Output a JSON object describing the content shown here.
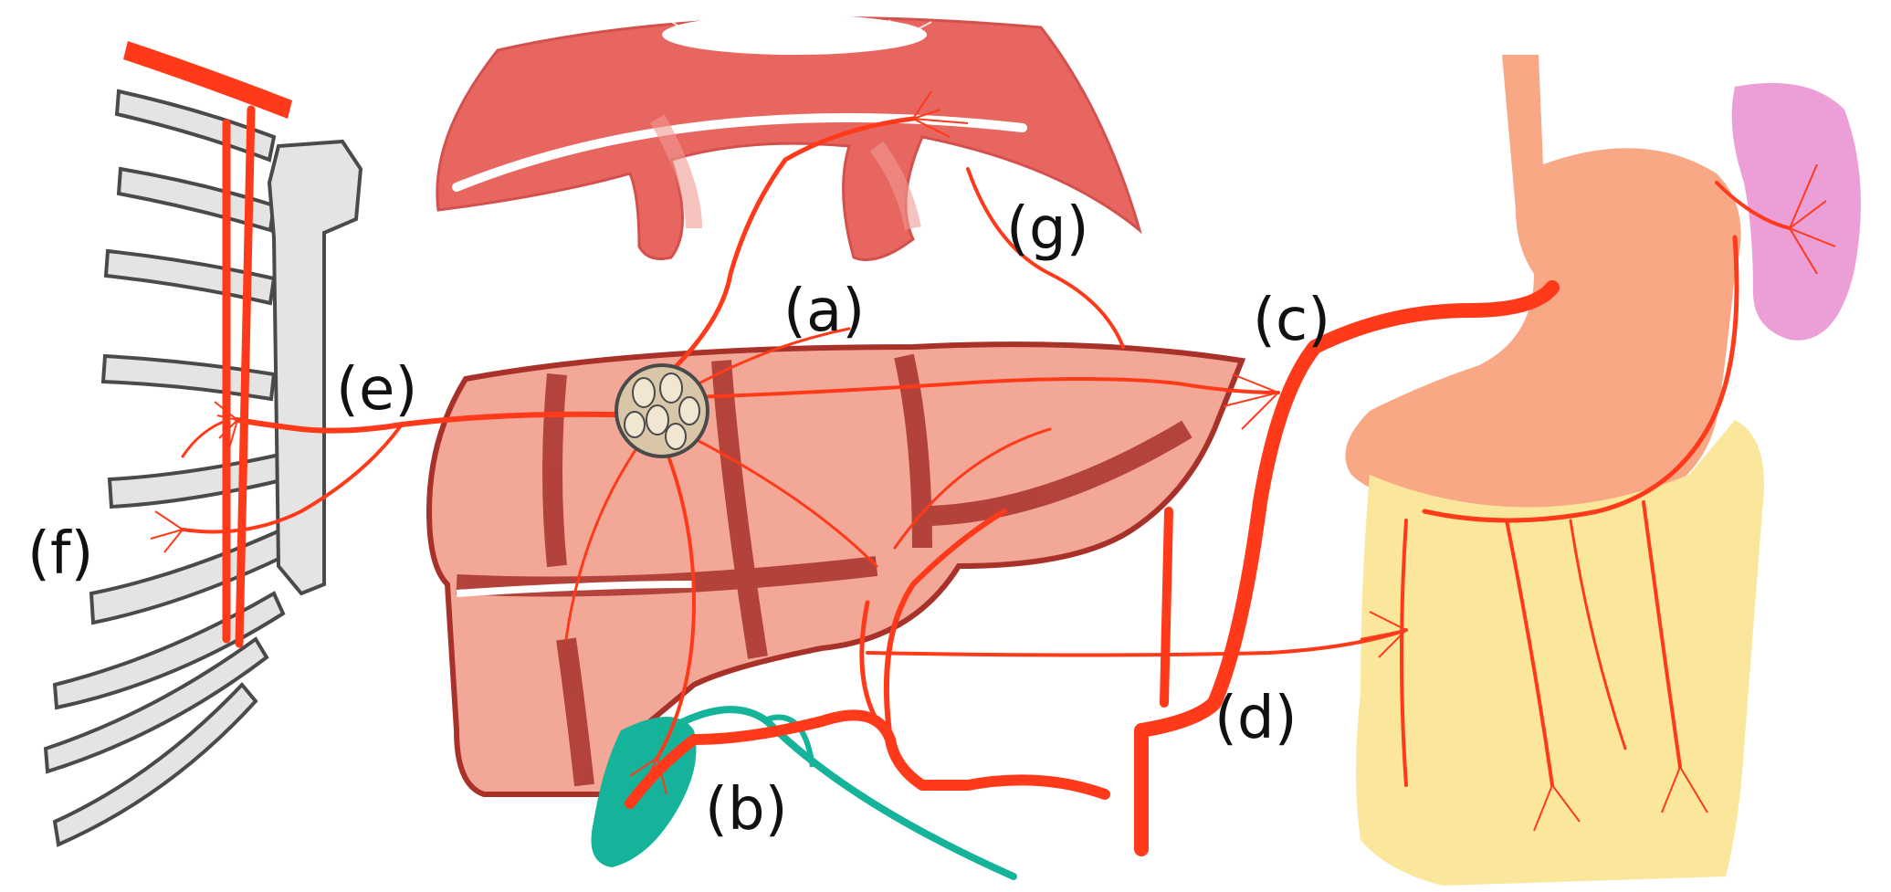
{
  "labels": {
    "a": "(a)",
    "b": "(b)",
    "c": "(c)",
    "d": "(d)",
    "e": "(e)",
    "f": "(f)",
    "g": "(g)"
  },
  "colors": {
    "vessel": "#ff3a1a",
    "diaphragm": "#e86660",
    "diaphragm_light": "#f09a92",
    "liver": "#f3a797",
    "liver_seam": "#a8322a",
    "rib_fill": "#e4e4e4",
    "rib_stroke": "#4a4a4a",
    "stomach": "#f9a886",
    "spleen": "#ec9fd6",
    "colon": "#fbe79c",
    "gallbladder": "#14b39a",
    "tumor": "#d9c6a8"
  }
}
